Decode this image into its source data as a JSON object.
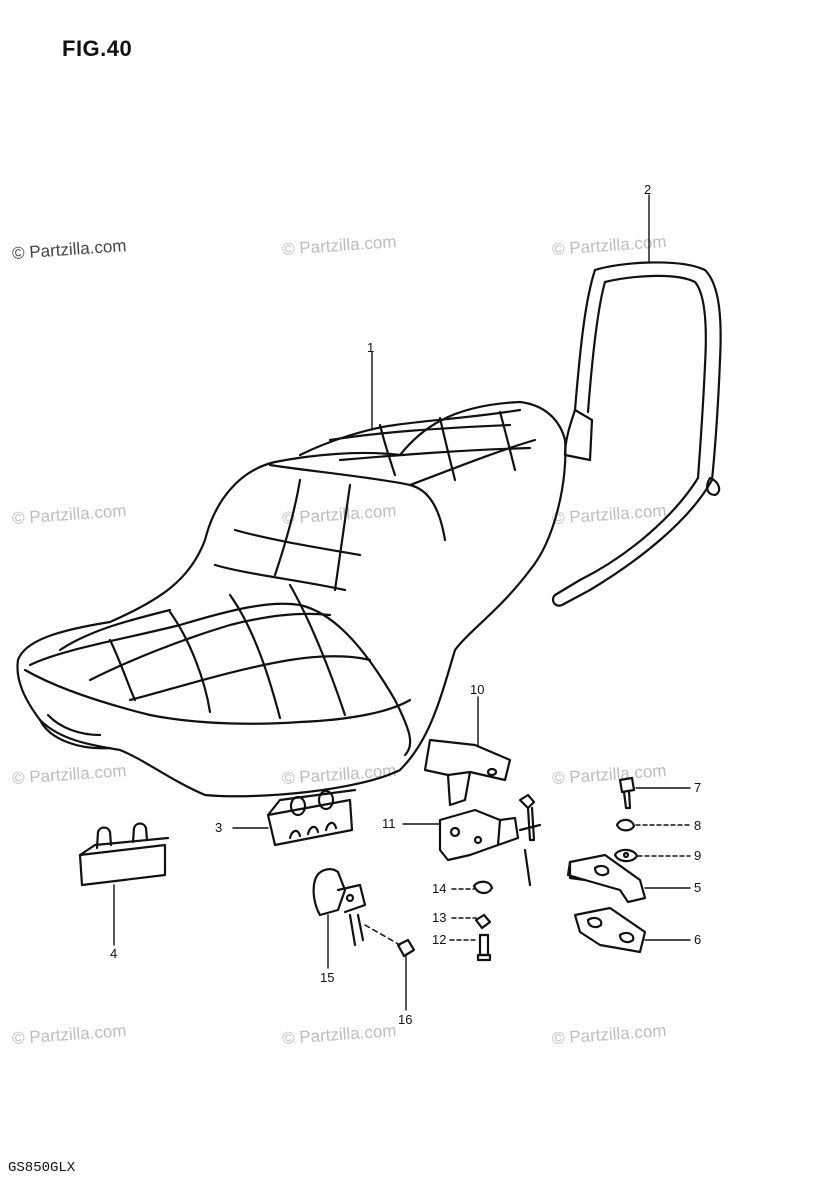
{
  "figure": {
    "title": "FIG.40",
    "model_code": "GS850GLX"
  },
  "watermark_text": "© Partzilla.com",
  "callouts": {
    "p1": "1",
    "p2": "2",
    "p3": "3",
    "p4": "4",
    "p5": "5",
    "p6": "6",
    "p7": "7",
    "p8": "8",
    "p9": "9",
    "p10": "10",
    "p11": "11",
    "p12": "12",
    "p13": "13",
    "p14": "14",
    "p15": "15",
    "p16": "16"
  },
  "colors": {
    "line": "#111111",
    "watermark": "#bdbdbd"
  }
}
